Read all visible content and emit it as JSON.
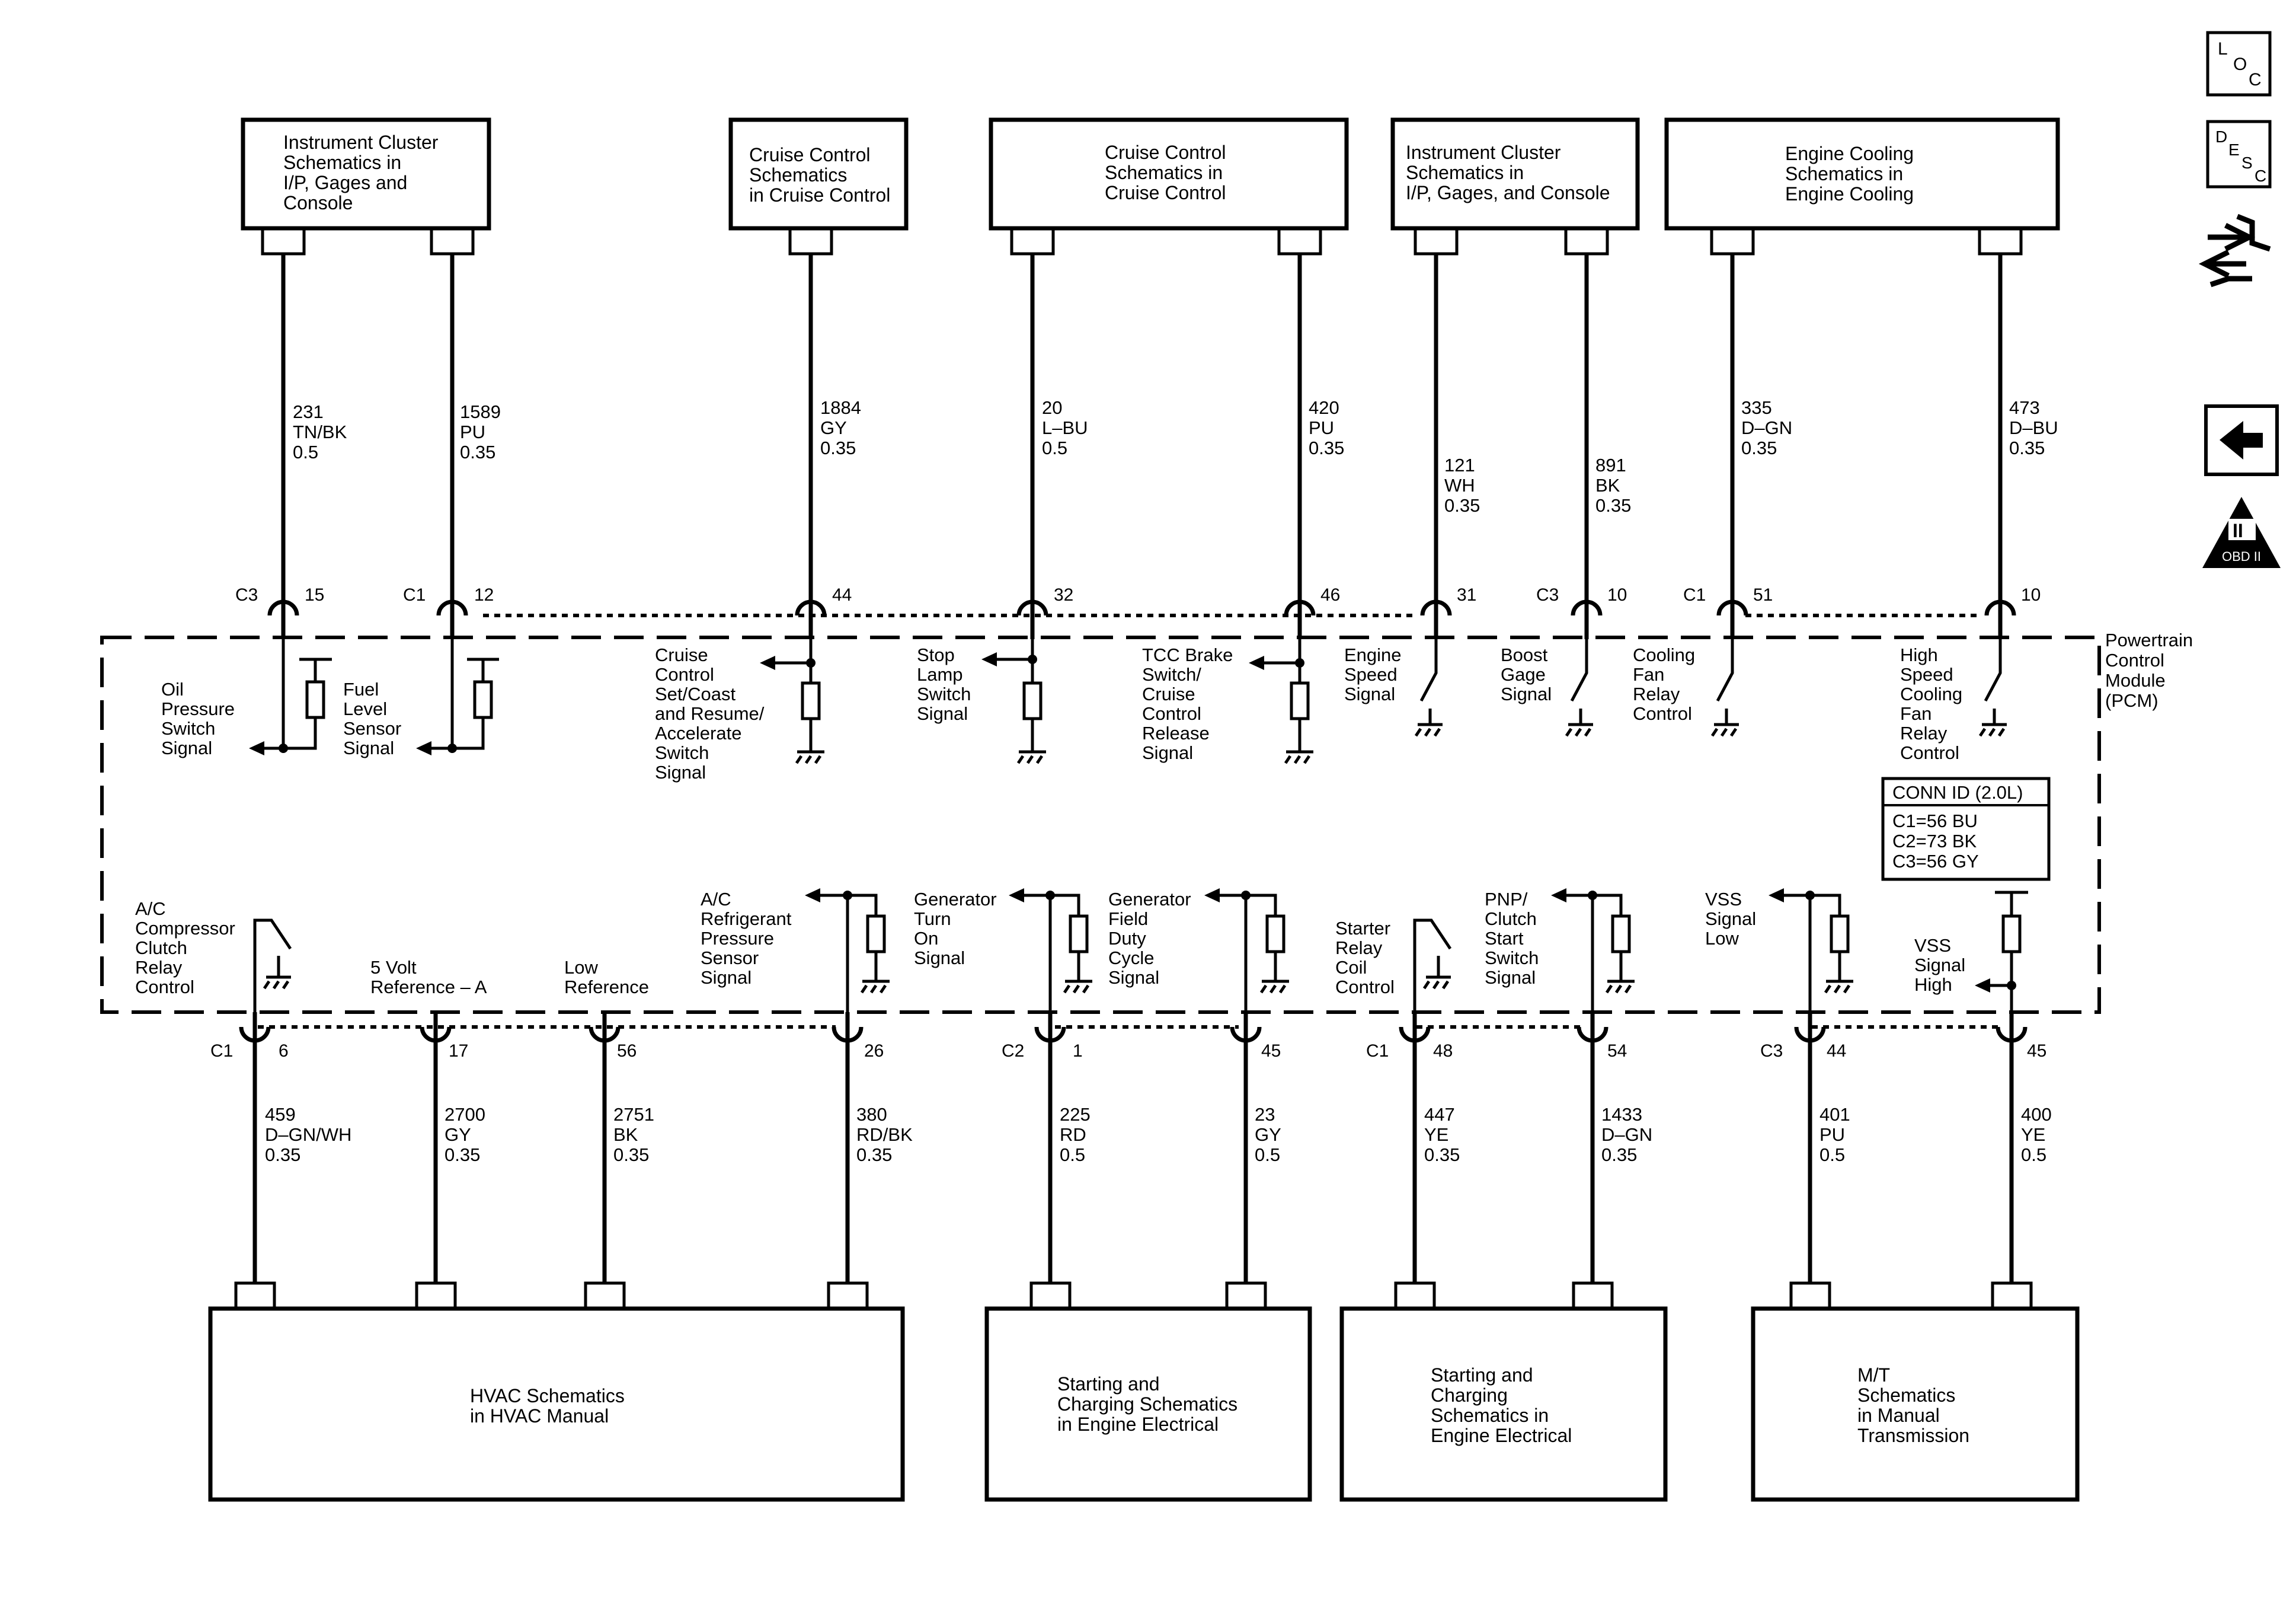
{
  "top_boxes": [
    {
      "id": "ic1",
      "lines": [
        "Instrument Cluster",
        "Schematics in",
        "I/P, Gages and",
        "Console"
      ]
    },
    {
      "id": "cc1",
      "lines": [
        "Cruise Control",
        "Schematics",
        "in Cruise Control"
      ]
    },
    {
      "id": "cc2",
      "lines": [
        "Cruise Control",
        "Schematics in",
        "Cruise Control"
      ]
    },
    {
      "id": "ic2",
      "lines": [
        "Instrument Cluster",
        "Schematics in",
        "I/P, Gages, and Console"
      ]
    },
    {
      "id": "ec",
      "lines": [
        "Engine Cooling",
        "Schematics in",
        "Engine Cooling"
      ]
    }
  ],
  "bottom_boxes": [
    {
      "id": "hvac",
      "lines": [
        "HVAC Schematics",
        "in HVAC Manual"
      ]
    },
    {
      "id": "sc1",
      "lines": [
        "Starting and",
        "Charging Schematics",
        "in Engine Electrical"
      ]
    },
    {
      "id": "sc2",
      "lines": [
        "Starting and",
        "Charging",
        "Schematics in",
        "Engine Electrical"
      ]
    },
    {
      "id": "mt",
      "lines": [
        "M/T",
        "Schematics",
        "in Manual",
        "Transmission"
      ]
    }
  ],
  "top_wires": [
    {
      "circuit": "231",
      "color": "TN/BK",
      "size": "0.5",
      "conn": "C3",
      "pin": "15"
    },
    {
      "circuit": "1589",
      "color": "PU",
      "size": "0.35",
      "conn": "C1",
      "pin": "12"
    },
    {
      "circuit": "1884",
      "color": "GY",
      "size": "0.35",
      "conn": "",
      "pin": "44"
    },
    {
      "circuit": "20",
      "color": "L–BU",
      "size": "0.5",
      "conn": "",
      "pin": "32"
    },
    {
      "circuit": "420",
      "color": "PU",
      "size": "0.35",
      "conn": "",
      "pin": "46"
    },
    {
      "circuit": "121",
      "color": "WH",
      "size": "0.35",
      "conn": "",
      "pin": "31"
    },
    {
      "circuit": "891",
      "color": "BK",
      "size": "0.35",
      "conn": "C3",
      "pin": "10"
    },
    {
      "circuit": "335",
      "color": "D–GN",
      "size": "0.35",
      "conn": "C1",
      "pin": "51"
    },
    {
      "circuit": "473",
      "color": "D–BU",
      "size": "0.35",
      "conn": "",
      "pin": "10"
    }
  ],
  "bottom_wires": [
    {
      "circuit": "459",
      "color": "D–GN/WH",
      "size": "0.35",
      "conn": "C1",
      "pin": "6"
    },
    {
      "circuit": "2700",
      "color": "GY",
      "size": "0.35",
      "conn": "",
      "pin": "17"
    },
    {
      "circuit": "2751",
      "color": "BK",
      "size": "0.35",
      "conn": "",
      "pin": "56"
    },
    {
      "circuit": "380",
      "color": "RD/BK",
      "size": "0.35",
      "conn": "",
      "pin": "26"
    },
    {
      "circuit": "225",
      "color": "RD",
      "size": "0.5",
      "conn": "C2",
      "pin": "1"
    },
    {
      "circuit": "23",
      "color": "GY",
      "size": "0.5",
      "conn": "",
      "pin": "45"
    },
    {
      "circuit": "447",
      "color": "YE",
      "size": "0.35",
      "conn": "C1",
      "pin": "48"
    },
    {
      "circuit": "1433",
      "color": "D–GN",
      "size": "0.35",
      "conn": "",
      "pin": "54"
    },
    {
      "circuit": "401",
      "color": "PU",
      "size": "0.5",
      "conn": "C3",
      "pin": "44"
    },
    {
      "circuit": "400",
      "color": "YE",
      "size": "0.5",
      "conn": "",
      "pin": "45"
    }
  ],
  "top_signals": [
    [
      "Oil",
      "Pressure",
      "Switch",
      "Signal"
    ],
    [
      "Fuel",
      "Level",
      "Sensor",
      "Signal"
    ],
    [
      "Cruise",
      "Control",
      "Set/Coast",
      "and Resume/",
      "Accelerate",
      "Switch",
      "Signal"
    ],
    [
      "Stop",
      "Lamp",
      "Switch",
      "Signal"
    ],
    [
      "TCC Brake",
      "Switch/",
      "Cruise",
      "Control",
      "Release",
      "Signal"
    ],
    [
      "Engine",
      "Speed",
      "Signal"
    ],
    [
      "Boost",
      "Gage",
      "Signal"
    ],
    [
      "Cooling",
      "Fan",
      "Relay",
      "Control"
    ],
    [
      "High",
      "Speed",
      "Cooling",
      "Fan",
      "Relay",
      "Control"
    ]
  ],
  "bottom_signals": [
    [
      "A/C",
      "Compressor",
      "Clutch",
      "Relay",
      "Control"
    ],
    [
      "5 Volt",
      "Reference – A"
    ],
    [
      "Low",
      "Reference"
    ],
    [
      "A/C",
      "Refrigerant",
      "Pressure",
      "Sensor",
      "Signal"
    ],
    [
      "Generator",
      "Turn",
      "On",
      "Signal"
    ],
    [
      "Generator",
      "Field",
      "Duty",
      "Cycle",
      "Signal"
    ],
    [
      "Starter",
      "Relay",
      "Coil",
      "Control"
    ],
    [
      "PNP/",
      "Clutch",
      "Start",
      "Switch",
      "Signal"
    ],
    [
      "VSS",
      "Signal",
      "Low"
    ],
    [
      "VSS",
      "Signal",
      "High"
    ]
  ],
  "module": {
    "lines": [
      "Powertrain",
      "Control",
      "Module",
      "(PCM)"
    ]
  },
  "conn_id": {
    "title": "CONN ID (2.0L)",
    "rows": [
      "C1=56 BU",
      "C2=73 BK",
      "C3=56 GY"
    ]
  },
  "side_icons": [
    {
      "id": "loc",
      "letters": [
        "L",
        "O",
        "C"
      ]
    },
    {
      "id": "desc",
      "letters": [
        "D",
        "E",
        "S",
        "C"
      ]
    },
    {
      "id": "obd",
      "numeral": "II",
      "label": "OBD II"
    }
  ]
}
